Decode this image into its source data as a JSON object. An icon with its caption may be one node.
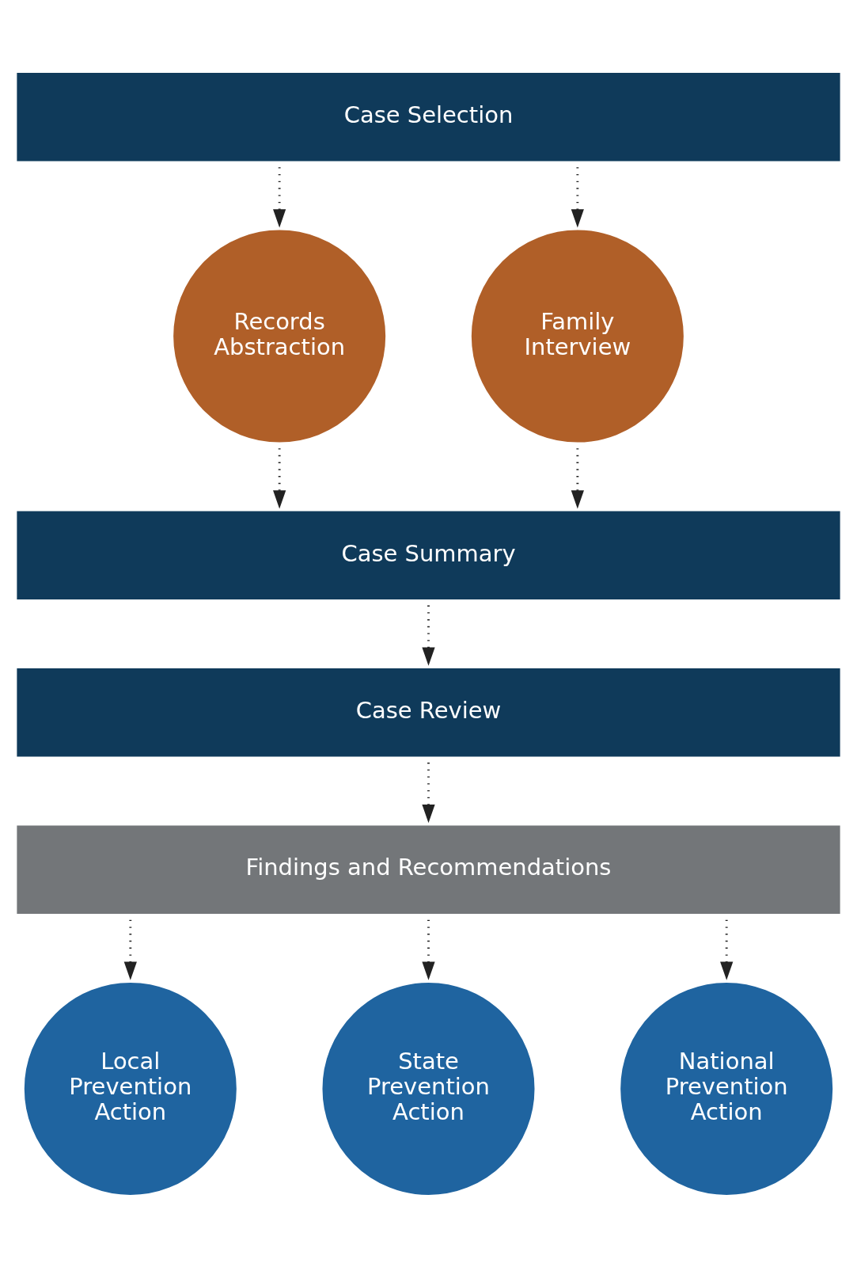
{
  "diagram": {
    "nodes": [
      {
        "text": [
          "Case Selection"
        ]
      },
      {
        "text": [
          "Records Abstraction"
        ]
      },
      {
        "text": [
          "Family Interview"
        ]
      },
      {
        "text": [
          "Case Summary"
        ]
      },
      {
        "text": [
          "Case Review"
        ]
      },
      {
        "text": [
          "Findings and Recommendations"
        ]
      },
      {
        "text": [
          "Local Prevention Action"
        ]
      },
      {
        "text": [
          "State Prevention Action"
        ]
      },
      {
        "text": [
          "National Prevention Action"
        ]
      }
    ],
    "edges": [
      {
        "from": 0,
        "to": 1,
        "arrow": "to"
      },
      {
        "from": 0,
        "to": 2,
        "arrow": "to"
      },
      {
        "from": 1,
        "to": 3,
        "arrow": "to"
      },
      {
        "from": 2,
        "to": 3,
        "arrow": "to"
      },
      {
        "from": 3,
        "to": 4,
        "arrow": "to"
      },
      {
        "from": 4,
        "to": 5,
        "arrow": "to"
      },
      {
        "from": 5,
        "to": 6,
        "arrow": "to"
      },
      {
        "from": 5,
        "to": 7,
        "arrow": "to"
      },
      {
        "from": 5,
        "to": 8,
        "arrow": "to"
      }
    ]
  }
}
